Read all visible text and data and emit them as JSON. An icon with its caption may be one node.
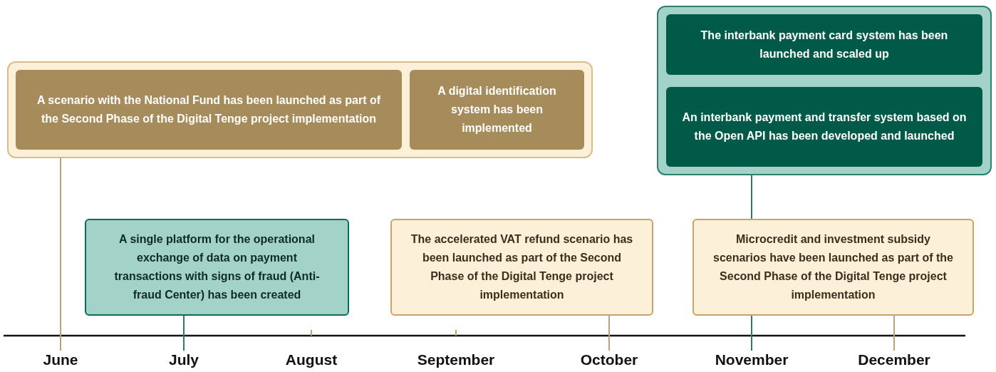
{
  "diagram": {
    "nodes": [
      {
        "text": [],
        "shape": "box"
      },
      {
        "text": [
          "A scenario with the National Fund has been launched as part of the Second Phase of the Digital Tenge project implementation"
        ],
        "in": 0
      },
      {
        "text": [
          "A digital identification system has been implemented"
        ],
        "in": 0
      },
      {
        "text": [],
        "shape": "box"
      },
      {
        "text": [
          "The interbank payment card system has been launched and scaled up"
        ],
        "in": 3
      },
      {
        "text": [
          "An interbank payment and transfer system based on the Open API has been developed and launched"
        ],
        "in": 3
      },
      {
        "text": [
          "A single platform for the operational exchange of data on payment transactions with signs of fraud (Anti-fraud Center) has been created"
        ]
      },
      {
        "text": [
          "The accelerated VAT refund scenario has been launched as part of the Second Phase of the Digital Tenge project implementation"
        ]
      },
      {
        "text": [
          "Microcredit and investment subsidy scenarios have been launched as part of the Second Phase of the Digital Tenge project implementation"
        ]
      },
      {
        "text": [
          "June"
        ]
      },
      {
        "text": [
          "July"
        ]
      },
      {
        "text": [
          "August"
        ]
      },
      {
        "text": [
          "September"
        ]
      },
      {
        "text": [
          "October"
        ]
      },
      {
        "text": [
          "November"
        ]
      },
      {
        "text": [
          "December"
        ]
      }
    ],
    "edges": [
      {
        "from": 0,
        "to": 9,
        "arrow": "none"
      },
      {
        "from": 6,
        "to": 10,
        "arrow": "none",
        "color": "#2a7d6c"
      },
      {
        "from": 7,
        "to": 13,
        "arrow": "none"
      },
      {
        "from": 3,
        "to": 8,
        "arrow": "none",
        "color": "#2a7d6c"
      },
      {
        "from": 8,
        "to": 14,
        "arrow": "none",
        "color": "#2a7d6c"
      },
      {
        "from": 8,
        "to": 15,
        "arrow": "none"
      }
    ]
  }
}
